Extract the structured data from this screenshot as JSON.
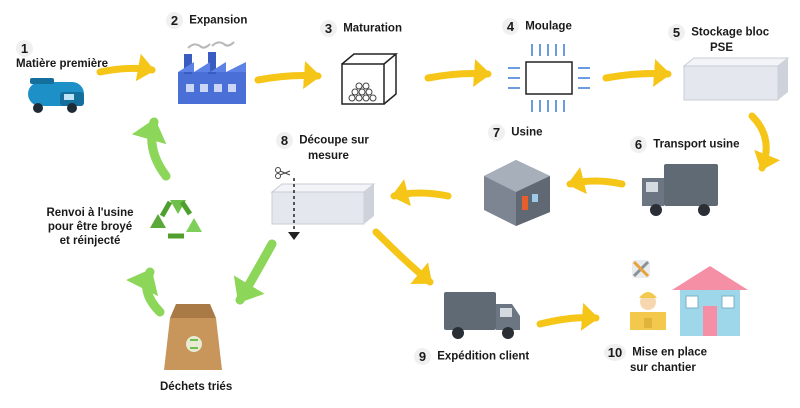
{
  "steps": [
    {
      "num": "1",
      "label": "Matière première"
    },
    {
      "num": "2",
      "label": "Expansion"
    },
    {
      "num": "3",
      "label": "Maturation"
    },
    {
      "num": "4",
      "label": "Moulage"
    },
    {
      "num": "5",
      "label": "Stockage bloc",
      "label2": "PSE"
    },
    {
      "num": "6",
      "label": "Transport usine"
    },
    {
      "num": "7",
      "label": "Usine"
    },
    {
      "num": "8",
      "label": "Découpe sur",
      "label2": "mesure"
    },
    {
      "num": "9",
      "label": "Expédition client"
    },
    {
      "num": "10",
      "label": "Mise en place",
      "label2": "sur chantier"
    }
  ],
  "recycle": {
    "line1": "Renvoi à l'usine",
    "line2": "pour être broyé",
    "line3": "et réinjecté",
    "waste": "Déchets triés"
  },
  "colors": {
    "arrow_yellow": "#f5c518",
    "arrow_green": "#8cd65a",
    "truck": "#606a75",
    "factory": "#4a6fd6",
    "tanker": "#1e90c8"
  }
}
